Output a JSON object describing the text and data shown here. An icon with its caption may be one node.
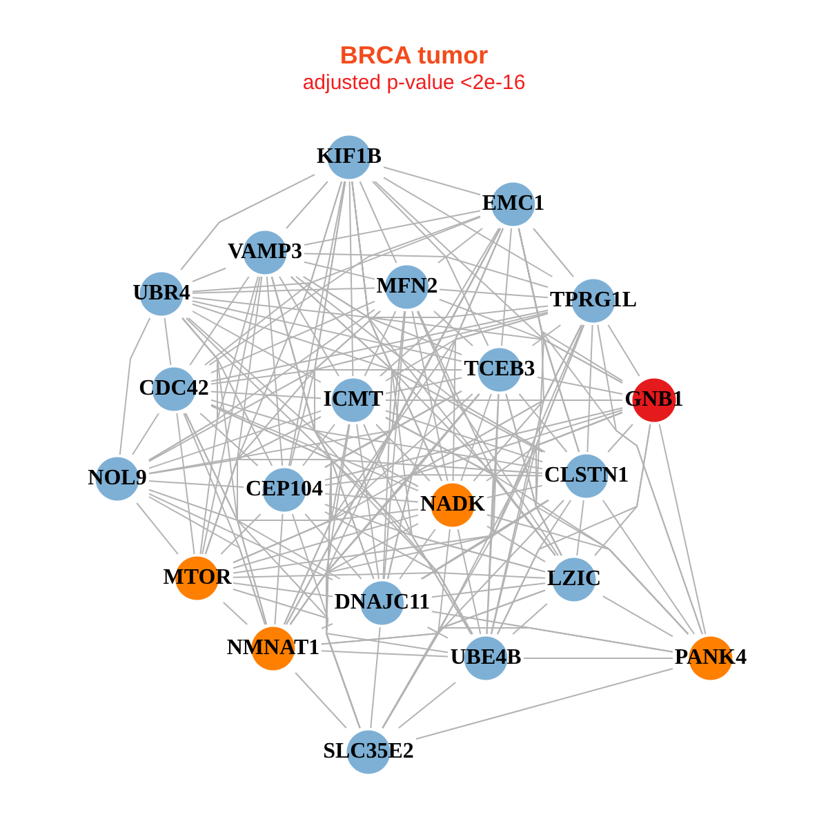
{
  "diagram": {
    "title": "BRCA tumor",
    "labels": [
      "adjusted p-value <2e-16"
    ],
    "nodes": [
      {
        "text": [
          "KIF1B"
        ]
      },
      {
        "text": [
          "EMC1"
        ]
      },
      {
        "text": [
          "VAMP3"
        ]
      },
      {
        "text": [
          "UBR4"
        ]
      },
      {
        "text": [
          "MFN2"
        ]
      },
      {
        "text": [
          "TPRG1L"
        ]
      },
      {
        "text": [
          "CDC42"
        ]
      },
      {
        "text": [
          "TCEB3"
        ]
      },
      {
        "text": [
          "ICMT"
        ]
      },
      {
        "text": [
          "GNB1"
        ]
      },
      {
        "text": [
          "NOL9"
        ]
      },
      {
        "text": [
          "CEP104"
        ]
      },
      {
        "text": [
          "NADK"
        ]
      },
      {
        "text": [
          "CLSTN1"
        ]
      },
      {
        "text": [
          "MTOR"
        ]
      },
      {
        "text": [
          "DNAJC11"
        ]
      },
      {
        "text": [
          "LZIC"
        ]
      },
      {
        "text": [
          "NMNAT1"
        ]
      },
      {
        "text": [
          "UBE4B"
        ]
      },
      {
        "text": [
          "PANK4"
        ]
      },
      {
        "text": [
          "SLC35E2"
        ]
      }
    ],
    "edges": [
      {
        "from": 0,
        "to": 1,
        "arrow": "none"
      },
      {
        "from": 0,
        "to": 2,
        "arrow": "none"
      },
      {
        "from": 0,
        "to": 3,
        "arrow": "none"
      },
      {
        "from": 0,
        "to": 4,
        "arrow": "none"
      },
      {
        "from": 0,
        "to": 5,
        "arrow": "none"
      },
      {
        "from": 0,
        "to": 6,
        "arrow": "none"
      },
      {
        "from": 0,
        "to": 7,
        "arrow": "none"
      },
      {
        "from": 0,
        "to": 8,
        "arrow": "none"
      },
      {
        "from": 0,
        "to": 11,
        "arrow": "none"
      },
      {
        "from": 0,
        "to": 12,
        "arrow": "none"
      },
      {
        "from": 0,
        "to": 13,
        "arrow": "none"
      },
      {
        "from": 0,
        "to": 14,
        "arrow": "none"
      },
      {
        "from": 0,
        "to": 15,
        "arrow": "none"
      },
      {
        "from": 0,
        "to": 16,
        "arrow": "none"
      },
      {
        "from": 0,
        "to": 17,
        "arrow": "none"
      },
      {
        "from": 0,
        "to": 18,
        "arrow": "none"
      },
      {
        "from": 0,
        "to": 20,
        "arrow": "none"
      },
      {
        "from": 1,
        "to": 2,
        "arrow": "none"
      },
      {
        "from": 1,
        "to": 3,
        "arrow": "none"
      },
      {
        "from": 1,
        "to": 4,
        "arrow": "none"
      },
      {
        "from": 1,
        "to": 5,
        "arrow": "none"
      },
      {
        "from": 1,
        "to": 6,
        "arrow": "none"
      },
      {
        "from": 1,
        "to": 7,
        "arrow": "none"
      },
      {
        "from": 1,
        "to": 8,
        "arrow": "none"
      },
      {
        "from": 1,
        "to": 9,
        "arrow": "none"
      },
      {
        "from": 1,
        "to": 11,
        "arrow": "none"
      },
      {
        "from": 1,
        "to": 12,
        "arrow": "none"
      },
      {
        "from": 1,
        "to": 13,
        "arrow": "none"
      },
      {
        "from": 1,
        "to": 14,
        "arrow": "none"
      },
      {
        "from": 1,
        "to": 15,
        "arrow": "none"
      },
      {
        "from": 1,
        "to": 16,
        "arrow": "none"
      },
      {
        "from": 1,
        "to": 17,
        "arrow": "none"
      },
      {
        "from": 1,
        "to": 18,
        "arrow": "none"
      },
      {
        "from": 1,
        "to": 19,
        "arrow": "none"
      },
      {
        "from": 2,
        "to": 3,
        "arrow": "none"
      },
      {
        "from": 2,
        "to": 4,
        "arrow": "none"
      },
      {
        "from": 2,
        "to": 5,
        "arrow": "none"
      },
      {
        "from": 2,
        "to": 6,
        "arrow": "none"
      },
      {
        "from": 2,
        "to": 7,
        "arrow": "none"
      },
      {
        "from": 2,
        "to": 8,
        "arrow": "none"
      },
      {
        "from": 2,
        "to": 9,
        "arrow": "none"
      },
      {
        "from": 2,
        "to": 10,
        "arrow": "none"
      },
      {
        "from": 2,
        "to": 11,
        "arrow": "none"
      },
      {
        "from": 2,
        "to": 12,
        "arrow": "none"
      },
      {
        "from": 2,
        "to": 13,
        "arrow": "none"
      },
      {
        "from": 2,
        "to": 14,
        "arrow": "none"
      },
      {
        "from": 2,
        "to": 15,
        "arrow": "none"
      },
      {
        "from": 2,
        "to": 16,
        "arrow": "none"
      },
      {
        "from": 2,
        "to": 17,
        "arrow": "none"
      },
      {
        "from": 2,
        "to": 18,
        "arrow": "none"
      },
      {
        "from": 2,
        "to": 20,
        "arrow": "none"
      },
      {
        "from": 3,
        "to": 4,
        "arrow": "none"
      },
      {
        "from": 3,
        "to": 5,
        "arrow": "none"
      },
      {
        "from": 3,
        "to": 6,
        "arrow": "none"
      },
      {
        "from": 3,
        "to": 7,
        "arrow": "none"
      },
      {
        "from": 3,
        "to": 8,
        "arrow": "none"
      },
      {
        "from": 3,
        "to": 10,
        "arrow": "none"
      },
      {
        "from": 3,
        "to": 11,
        "arrow": "none"
      },
      {
        "from": 3,
        "to": 12,
        "arrow": "none"
      },
      {
        "from": 3,
        "to": 13,
        "arrow": "none"
      },
      {
        "from": 3,
        "to": 14,
        "arrow": "none"
      },
      {
        "from": 3,
        "to": 15,
        "arrow": "none"
      },
      {
        "from": 3,
        "to": 17,
        "arrow": "none"
      },
      {
        "from": 4,
        "to": 5,
        "arrow": "none"
      },
      {
        "from": 4,
        "to": 6,
        "arrow": "none"
      },
      {
        "from": 4,
        "to": 7,
        "arrow": "none"
      },
      {
        "from": 4,
        "to": 8,
        "arrow": "none"
      },
      {
        "from": 4,
        "to": 9,
        "arrow": "none"
      },
      {
        "from": 4,
        "to": 10,
        "arrow": "none"
      },
      {
        "from": 4,
        "to": 11,
        "arrow": "none"
      },
      {
        "from": 4,
        "to": 12,
        "arrow": "none"
      },
      {
        "from": 4,
        "to": 13,
        "arrow": "none"
      },
      {
        "from": 4,
        "to": 14,
        "arrow": "none"
      },
      {
        "from": 4,
        "to": 15,
        "arrow": "none"
      },
      {
        "from": 4,
        "to": 16,
        "arrow": "none"
      },
      {
        "from": 4,
        "to": 17,
        "arrow": "none"
      },
      {
        "from": 4,
        "to": 18,
        "arrow": "none"
      },
      {
        "from": 4,
        "to": 20,
        "arrow": "none"
      },
      {
        "from": 5,
        "to": 6,
        "arrow": "none"
      },
      {
        "from": 5,
        "to": 7,
        "arrow": "none"
      },
      {
        "from": 5,
        "to": 8,
        "arrow": "none"
      },
      {
        "from": 5,
        "to": 9,
        "arrow": "none"
      },
      {
        "from": 5,
        "to": 10,
        "arrow": "none"
      },
      {
        "from": 5,
        "to": 11,
        "arrow": "none"
      },
      {
        "from": 5,
        "to": 12,
        "arrow": "none"
      },
      {
        "from": 5,
        "to": 13,
        "arrow": "none"
      },
      {
        "from": 5,
        "to": 14,
        "arrow": "none"
      },
      {
        "from": 5,
        "to": 15,
        "arrow": "none"
      },
      {
        "from": 5,
        "to": 16,
        "arrow": "none"
      },
      {
        "from": 5,
        "to": 17,
        "arrow": "none"
      },
      {
        "from": 5,
        "to": 18,
        "arrow": "none"
      },
      {
        "from": 5,
        "to": 19,
        "arrow": "none"
      },
      {
        "from": 6,
        "to": 7,
        "arrow": "none"
      },
      {
        "from": 6,
        "to": 8,
        "arrow": "none"
      },
      {
        "from": 6,
        "to": 10,
        "arrow": "none"
      },
      {
        "from": 6,
        "to": 11,
        "arrow": "none"
      },
      {
        "from": 6,
        "to": 12,
        "arrow": "none"
      },
      {
        "from": 6,
        "to": 13,
        "arrow": "none"
      },
      {
        "from": 6,
        "to": 14,
        "arrow": "none"
      },
      {
        "from": 6,
        "to": 15,
        "arrow": "none"
      },
      {
        "from": 6,
        "to": 16,
        "arrow": "none"
      },
      {
        "from": 6,
        "to": 17,
        "arrow": "none"
      },
      {
        "from": 6,
        "to": 18,
        "arrow": "none"
      },
      {
        "from": 6,
        "to": 20,
        "arrow": "none"
      },
      {
        "from": 7,
        "to": 8,
        "arrow": "none"
      },
      {
        "from": 7,
        "to": 9,
        "arrow": "none"
      },
      {
        "from": 7,
        "to": 10,
        "arrow": "none"
      },
      {
        "from": 7,
        "to": 11,
        "arrow": "none"
      },
      {
        "from": 7,
        "to": 12,
        "arrow": "none"
      },
      {
        "from": 7,
        "to": 13,
        "arrow": "none"
      },
      {
        "from": 7,
        "to": 14,
        "arrow": "none"
      },
      {
        "from": 7,
        "to": 15,
        "arrow": "none"
      },
      {
        "from": 7,
        "to": 16,
        "arrow": "none"
      },
      {
        "from": 7,
        "to": 17,
        "arrow": "none"
      },
      {
        "from": 7,
        "to": 18,
        "arrow": "none"
      },
      {
        "from": 7,
        "to": 19,
        "arrow": "none"
      },
      {
        "from": 7,
        "to": 20,
        "arrow": "none"
      },
      {
        "from": 8,
        "to": 9,
        "arrow": "none"
      },
      {
        "from": 8,
        "to": 10,
        "arrow": "none"
      },
      {
        "from": 8,
        "to": 11,
        "arrow": "none"
      },
      {
        "from": 8,
        "to": 12,
        "arrow": "none"
      },
      {
        "from": 8,
        "to": 13,
        "arrow": "none"
      },
      {
        "from": 8,
        "to": 14,
        "arrow": "none"
      },
      {
        "from": 8,
        "to": 15,
        "arrow": "none"
      },
      {
        "from": 8,
        "to": 16,
        "arrow": "none"
      },
      {
        "from": 8,
        "to": 17,
        "arrow": "none"
      },
      {
        "from": 8,
        "to": 18,
        "arrow": "none"
      },
      {
        "from": 8,
        "to": 19,
        "arrow": "none"
      },
      {
        "from": 8,
        "to": 20,
        "arrow": "none"
      },
      {
        "from": 9,
        "to": 11,
        "arrow": "none"
      },
      {
        "from": 9,
        "to": 12,
        "arrow": "none"
      },
      {
        "from": 9,
        "to": 13,
        "arrow": "none"
      },
      {
        "from": 9,
        "to": 15,
        "arrow": "none"
      },
      {
        "from": 9,
        "to": 16,
        "arrow": "none"
      },
      {
        "from": 9,
        "to": 17,
        "arrow": "none"
      },
      {
        "from": 9,
        "to": 18,
        "arrow": "none"
      },
      {
        "from": 9,
        "to": 19,
        "arrow": "none"
      },
      {
        "from": 9,
        "to": 20,
        "arrow": "none"
      },
      {
        "from": 10,
        "to": 11,
        "arrow": "none"
      },
      {
        "from": 10,
        "to": 12,
        "arrow": "none"
      },
      {
        "from": 10,
        "to": 13,
        "arrow": "none"
      },
      {
        "from": 10,
        "to": 14,
        "arrow": "none"
      },
      {
        "from": 10,
        "to": 15,
        "arrow": "none"
      },
      {
        "from": 10,
        "to": 17,
        "arrow": "none"
      },
      {
        "from": 11,
        "to": 12,
        "arrow": "none"
      },
      {
        "from": 11,
        "to": 13,
        "arrow": "none"
      },
      {
        "from": 11,
        "to": 14,
        "arrow": "none"
      },
      {
        "from": 11,
        "to": 15,
        "arrow": "none"
      },
      {
        "from": 11,
        "to": 16,
        "arrow": "none"
      },
      {
        "from": 11,
        "to": 17,
        "arrow": "none"
      },
      {
        "from": 11,
        "to": 18,
        "arrow": "none"
      },
      {
        "from": 11,
        "to": 20,
        "arrow": "none"
      },
      {
        "from": 12,
        "to": 13,
        "arrow": "none"
      },
      {
        "from": 12,
        "to": 14,
        "arrow": "none"
      },
      {
        "from": 12,
        "to": 15,
        "arrow": "none"
      },
      {
        "from": 12,
        "to": 16,
        "arrow": "none"
      },
      {
        "from": 12,
        "to": 17,
        "arrow": "none"
      },
      {
        "from": 12,
        "to": 18,
        "arrow": "none"
      },
      {
        "from": 12,
        "to": 19,
        "arrow": "none"
      },
      {
        "from": 12,
        "to": 20,
        "arrow": "none"
      },
      {
        "from": 13,
        "to": 14,
        "arrow": "none"
      },
      {
        "from": 13,
        "to": 15,
        "arrow": "none"
      },
      {
        "from": 13,
        "to": 16,
        "arrow": "none"
      },
      {
        "from": 13,
        "to": 17,
        "arrow": "none"
      },
      {
        "from": 13,
        "to": 18,
        "arrow": "none"
      },
      {
        "from": 13,
        "to": 19,
        "arrow": "none"
      },
      {
        "from": 13,
        "to": 20,
        "arrow": "none"
      },
      {
        "from": 14,
        "to": 15,
        "arrow": "none"
      },
      {
        "from": 14,
        "to": 16,
        "arrow": "none"
      },
      {
        "from": 14,
        "to": 17,
        "arrow": "none"
      },
      {
        "from": 14,
        "to": 18,
        "arrow": "none"
      },
      {
        "from": 15,
        "to": 16,
        "arrow": "none"
      },
      {
        "from": 15,
        "to": 17,
        "arrow": "none"
      },
      {
        "from": 15,
        "to": 18,
        "arrow": "none"
      },
      {
        "from": 15,
        "to": 19,
        "arrow": "none"
      },
      {
        "from": 15,
        "to": 20,
        "arrow": "none"
      },
      {
        "from": 16,
        "to": 17,
        "arrow": "none"
      },
      {
        "from": 16,
        "to": 18,
        "arrow": "none"
      },
      {
        "from": 16,
        "to": 19,
        "arrow": "none"
      },
      {
        "from": 16,
        "to": 20,
        "arrow": "none"
      },
      {
        "from": 17,
        "to": 18,
        "arrow": "none"
      },
      {
        "from": 17,
        "to": 19,
        "arrow": "none"
      },
      {
        "from": 17,
        "to": 20,
        "arrow": "none"
      },
      {
        "from": 18,
        "to": 19,
        "arrow": "none"
      },
      {
        "from": 18,
        "to": 20,
        "arrow": "none"
      },
      {
        "from": 19,
        "to": 20,
        "arrow": "none"
      }
    ]
  }
}
